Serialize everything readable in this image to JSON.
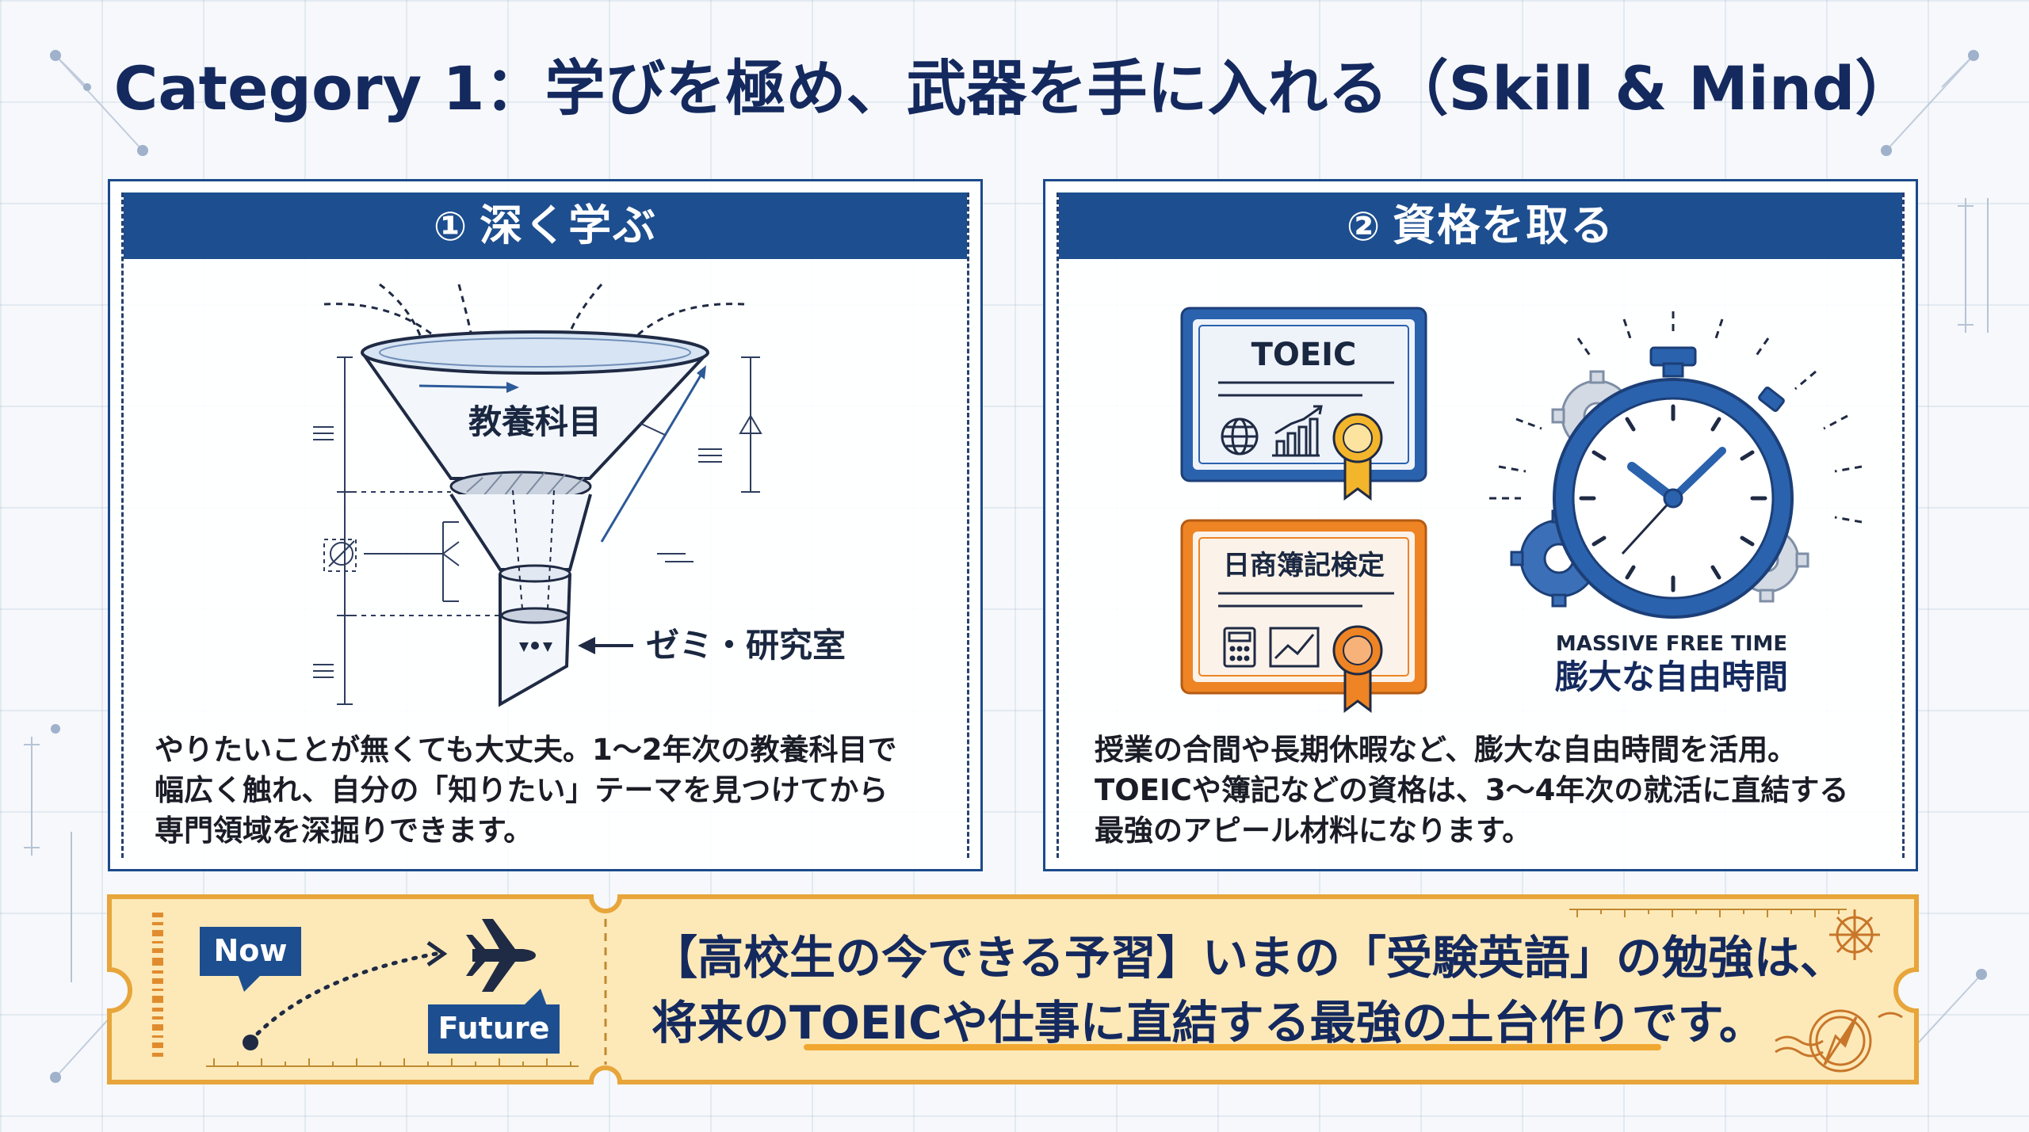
{
  "title": "Category 1：学びを極め、武器を手に入れる（Skill & Mind）",
  "panels": [
    {
      "number": "①",
      "heading": "深く学ぶ",
      "diagram_labels": {
        "funnel_top": "教養科目",
        "funnel_bottom": "ゼミ・研究室"
      },
      "description": [
        "やりたいことが無くても大丈夫。1〜2年次の教養科目で",
        "幅広く触れ、自分の「知りたい」テーマを見つけてから",
        "専門領域を深掘りできます。"
      ]
    },
    {
      "number": "②",
      "heading": "資格を取る",
      "certificates": [
        "TOEIC",
        "日商簿記検定"
      ],
      "clock_caption_en": "MASSIVE FREE TIME",
      "clock_caption_jp": "膨大な自由時間",
      "description": [
        "授業の合間や長期休暇など、膨大な自由時間を活用。",
        "TOEICや簿記などの資格は、3〜4年次の就活に直結する",
        "最強のアピール材料になります。"
      ]
    }
  ],
  "tip": {
    "now_label": "Now",
    "future_label": "Future",
    "lines": [
      "【高校生の今できる予習】いまの「受験英語」の勉強は、",
      "将来のTOEICや仕事に直結する最強の土台作りです。"
    ]
  },
  "colors": {
    "navy": "#1d4e8f",
    "dark_navy": "#14295e",
    "blue_cert": "#2a62ad",
    "orange_cert": "#ee8424",
    "gold": "#f2b233",
    "ticket_bg": "#fde9b8"
  },
  "icons": [
    "funnel-icon",
    "globe-icon",
    "bar-chart-icon",
    "award-ribbon-icon",
    "calculator-icon",
    "line-chart-icon",
    "stopwatch-icon",
    "gear-icon",
    "airplane-icon",
    "compass-icon",
    "compass-rose-icon",
    "barcode-icon"
  ]
}
